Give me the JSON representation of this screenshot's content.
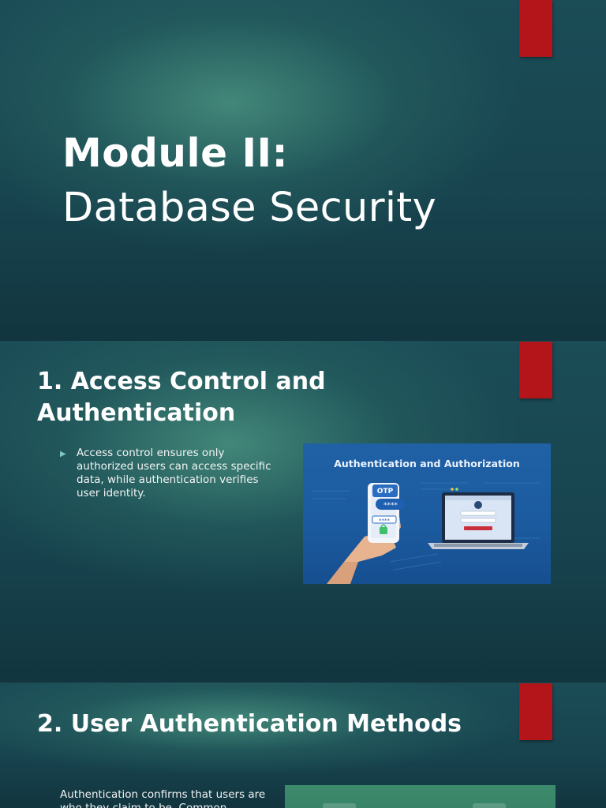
{
  "slides": [
    {
      "title_bold": "Module II:",
      "title_light": "Database Security"
    },
    {
      "heading": "1. Access Control and Authentication",
      "bullets": [
        "Access control ensures only authorized users can access specific data, while authentication verifies user identity."
      ],
      "image": {
        "title": "Authentication and Authorization",
        "otp_label": "OTP",
        "password_mask": "****"
      }
    },
    {
      "heading": "2. User Authentication Methods",
      "body": "Authentication confirms that users are who they claim to be. Common"
    }
  ],
  "colors": {
    "accent_bar": "#b3151a",
    "background_teal": "#17434e",
    "bullet_marker": "#7fc4c7"
  }
}
